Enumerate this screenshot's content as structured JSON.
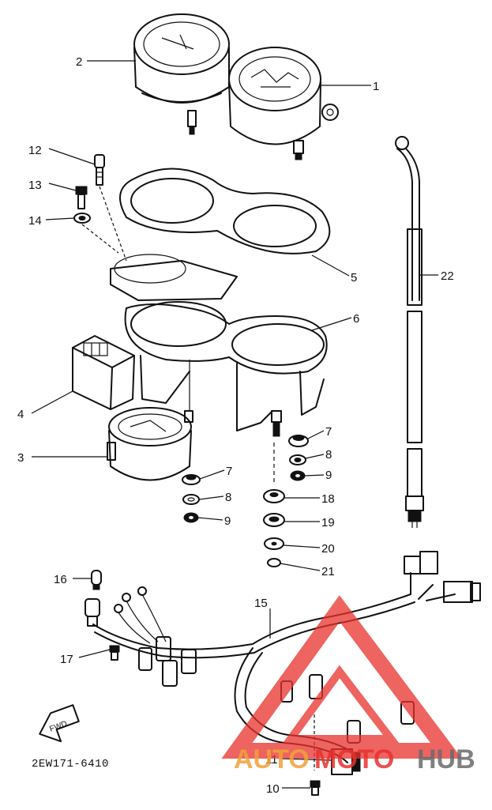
{
  "diagram": {
    "part_number": "2EW171-6410",
    "direction_arrow_text": "FWD",
    "callouts": [
      "1",
      "2",
      "3",
      "4",
      "5",
      "6",
      "7",
      "7",
      "8",
      "8",
      "9",
      "9",
      "10",
      "11",
      "12",
      "13",
      "14",
      "15",
      "16",
      "17",
      "18",
      "19",
      "20",
      "21",
      "22"
    ]
  },
  "watermark": {
    "word_left": "AUTO",
    "word_mid": "MOTO",
    "word_right": "HUB",
    "color_orange": "#f2a23a",
    "color_red": "#e8312d",
    "color_gray": "#6b6b6b"
  },
  "icons": [
    "speedometer-icon",
    "tachometer-icon",
    "indicator-icon",
    "cable-icon",
    "wire-harness-icon",
    "fwd-arrow-icon",
    "logo-triangle-icon"
  ]
}
